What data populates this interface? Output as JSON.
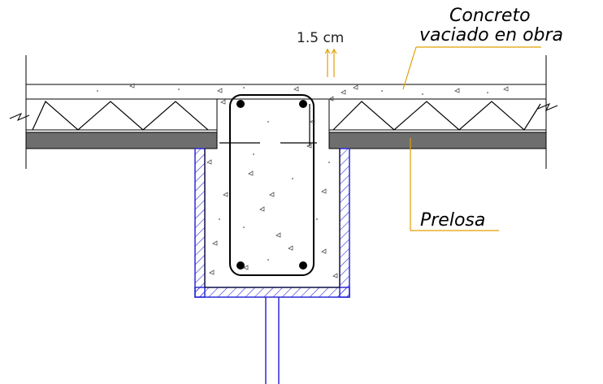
{
  "labels": {
    "dimension": "1.5  cm",
    "concrete_line1": "Concreto",
    "concrete_line2": "vaciado  en  obra",
    "prelosa": "Prelosa"
  },
  "colors": {
    "background": "#ffffff",
    "line": "#000000",
    "prelosa_fill": "#6e6e6e",
    "formwork": "#2b2bd6",
    "leader": "#e0a000",
    "rebar": "#000000"
  }
}
